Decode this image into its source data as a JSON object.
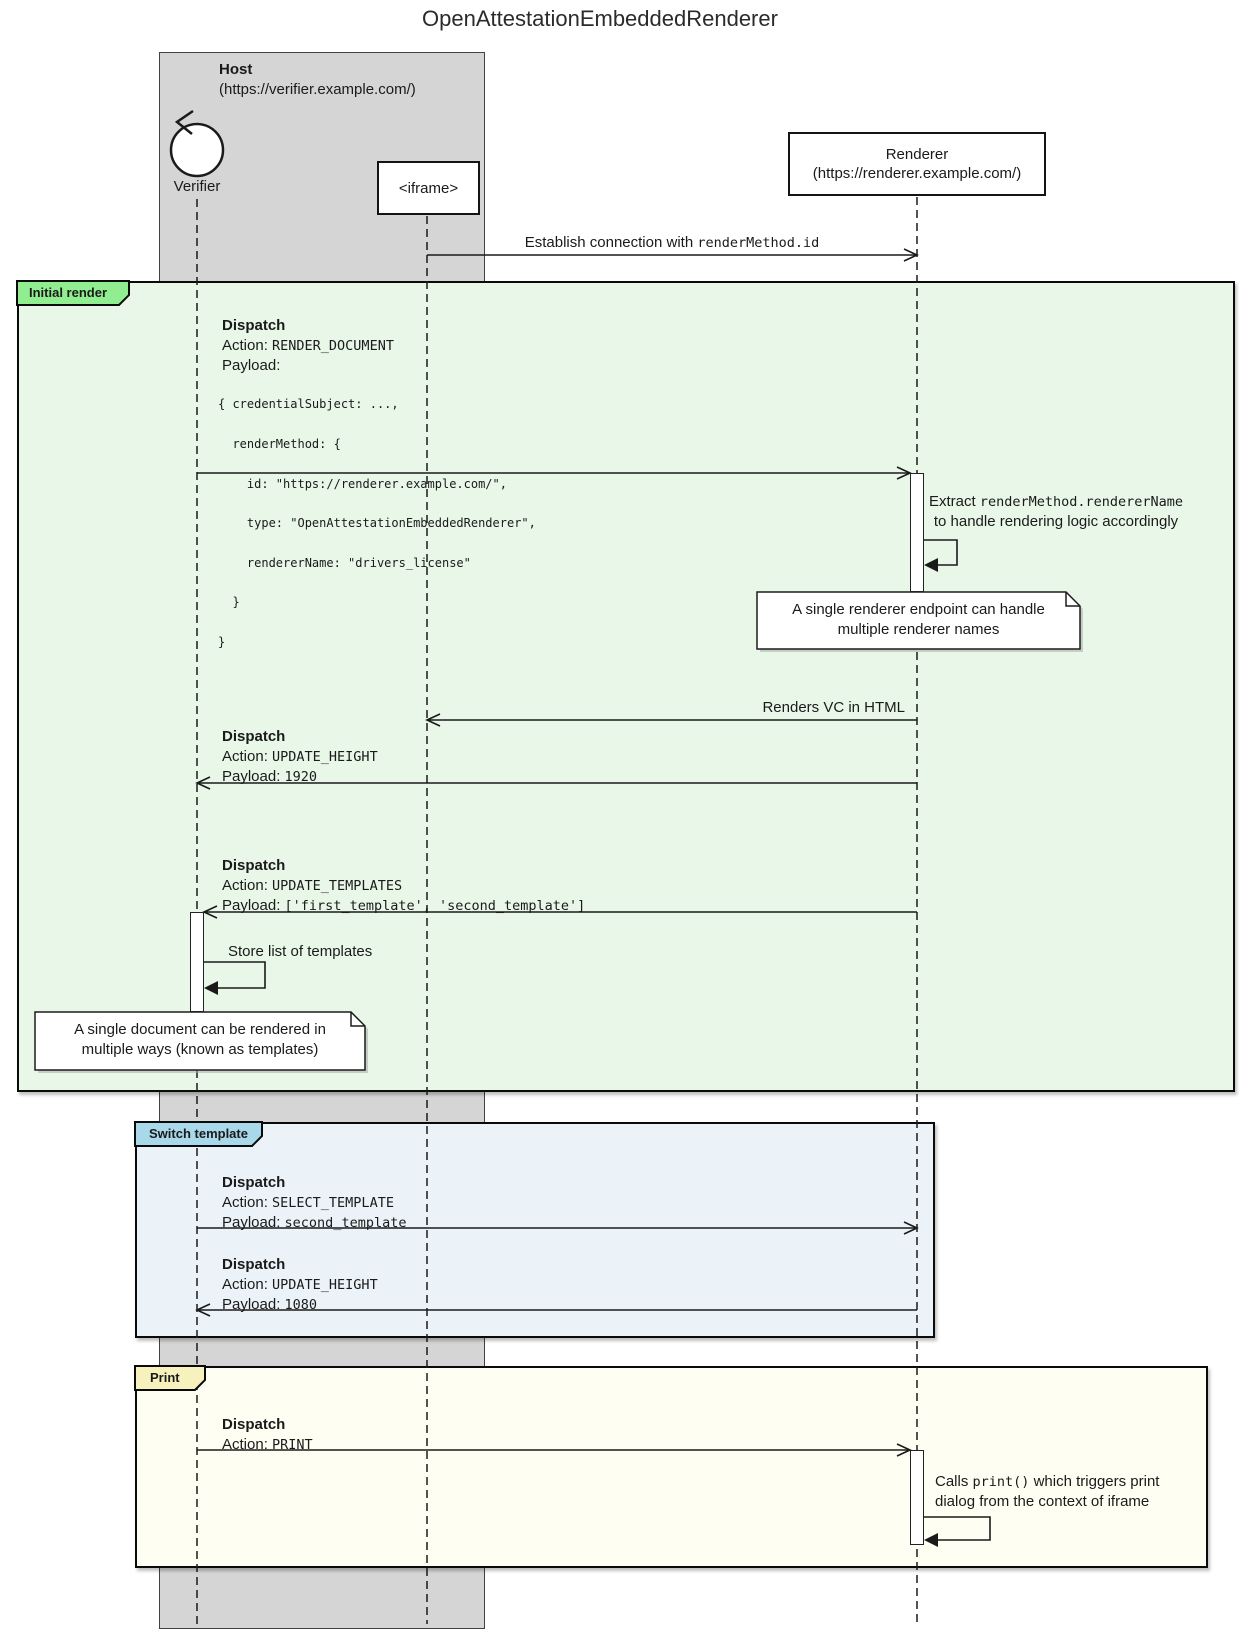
{
  "title": "OpenAttestationEmbeddedRenderer",
  "participants": {
    "host": {
      "name": "Host",
      "url": "(https://verifier.example.com/)"
    },
    "verifier": {
      "label": "Verifier"
    },
    "iframe": {
      "label": "<iframe>"
    },
    "renderer": {
      "name": "Renderer",
      "url": "(https://renderer.example.com/)"
    }
  },
  "frames": {
    "initial_render": {
      "label": "Initial render",
      "tab_color": "#90ee90",
      "body_color": "#e9f7e9"
    },
    "switch_template": {
      "label": "Switch template",
      "tab_color": "#a8d8ea",
      "body_color": "#ebf3f8"
    },
    "print": {
      "label": "Print",
      "tab_color": "#f7f1bd",
      "body_color": "#fffef2"
    }
  },
  "messages": {
    "establish": {
      "prefix": "Establish connection with ",
      "code": "renderMethod.id"
    },
    "render_document": {
      "title": "Dispatch",
      "action_label": "Action: ",
      "action": "RENDER_DOCUMENT",
      "payload_label": "Payload:",
      "payload_lines": [
        "{ credentialSubject: ...,",
        "  renderMethod: {",
        "    id: \"https://renderer.example.com/\",",
        "    type: \"OpenAttestationEmbeddedRenderer\",",
        "    rendererName: \"drivers_license\"",
        "  }",
        "}"
      ]
    },
    "extract": {
      "prefix": "Extract ",
      "code": "renderMethod.rendererName",
      "line2": "to handle rendering logic accordingly"
    },
    "renders_vc": {
      "text": "Renders VC in HTML"
    },
    "update_height_1": {
      "title": "Dispatch",
      "action_label": "Action: ",
      "action": "UPDATE_HEIGHT",
      "payload_label": "Payload: ",
      "payload": "1920"
    },
    "update_templates": {
      "title": "Dispatch",
      "action_label": "Action: ",
      "action": "UPDATE_TEMPLATES",
      "payload_label": "Payload: ",
      "payload": "['first_template', 'second_template']"
    },
    "store_templates": {
      "text": "Store list of templates"
    },
    "select_template": {
      "title": "Dispatch",
      "action_label": "Action: ",
      "action": "SELECT_TEMPLATE",
      "payload_label": "Payload: ",
      "payload": "second_template"
    },
    "update_height_2": {
      "title": "Dispatch",
      "action_label": "Action: ",
      "action": "UPDATE_HEIGHT",
      "payload_label": "Payload: ",
      "payload": "1080"
    },
    "print_msg": {
      "title": "Dispatch",
      "action_label": "Action: ",
      "action": "PRINT"
    },
    "calls_print": {
      "prefix": "Calls ",
      "code": "print()",
      "suffix": " which triggers print",
      "line2": "dialog from the context of iframe"
    }
  },
  "notes": {
    "renderer_note": {
      "line1": "A single renderer endpoint can handle",
      "line2": "multiple renderer names"
    },
    "templates_note": {
      "line1": "A single document can be rendered in",
      "line2": "multiple ways (known as templates)"
    }
  },
  "colors": {
    "host_box": "#d5d5d5",
    "line": "#1a1a1a",
    "note_fill": "#ffffff"
  }
}
